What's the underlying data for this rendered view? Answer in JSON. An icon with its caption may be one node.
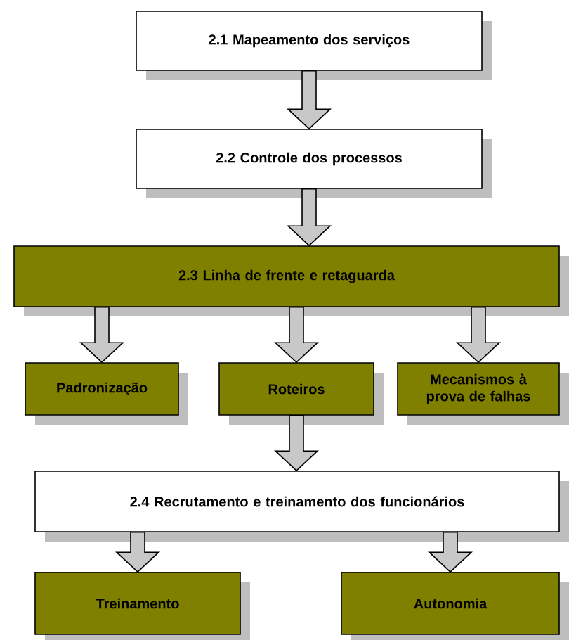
{
  "diagram": {
    "nodes": [
      {
        "text": [
          "2.1 Mapeamento dos serviços"
        ]
      },
      {
        "text": [
          "2.2 Controle dos processos"
        ]
      },
      {
        "text": [
          "2.3 Linha de frente e retaguarda"
        ]
      },
      {
        "text": [
          "Padronização"
        ]
      },
      {
        "text": [
          "Roteiros"
        ]
      },
      {
        "text": [
          "Mecanismos à prova de falhas"
        ]
      },
      {
        "text": [
          "2.4 Recrutamento e treinamento dos funcionários"
        ]
      },
      {
        "text": [
          "Treinamento"
        ]
      },
      {
        "text": [
          "Autonomia"
        ]
      }
    ],
    "edges": [
      {
        "from": 0,
        "to": 1,
        "arrow": "to"
      },
      {
        "from": 1,
        "to": 2,
        "arrow": "to"
      },
      {
        "from": 2,
        "to": 3,
        "arrow": "to"
      },
      {
        "from": 2,
        "to": 4,
        "arrow": "to"
      },
      {
        "from": 2,
        "to": 5,
        "arrow": "to"
      },
      {
        "from": 4,
        "to": 6,
        "arrow": "to"
      },
      {
        "from": 6,
        "to": 7,
        "arrow": "to"
      },
      {
        "from": 6,
        "to": 8,
        "arrow": "to"
      }
    ]
  }
}
